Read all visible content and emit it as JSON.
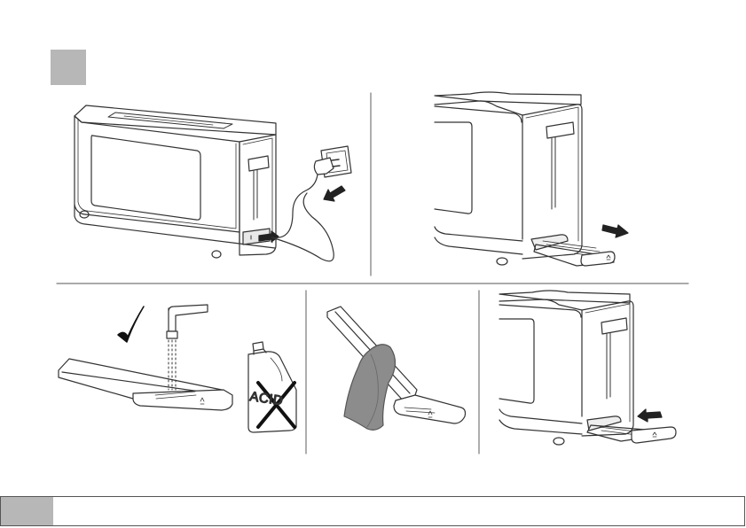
{
  "instructions": {
    "step_marker": "",
    "panels": [
      "unplug-toaster",
      "pull-out-crumb-tray",
      "rinse-tray-water",
      "wipe-tray-cloth",
      "reinsert-crumb-tray"
    ],
    "warning_label": "ACID"
  },
  "footer": {
    "page_tab": ""
  }
}
